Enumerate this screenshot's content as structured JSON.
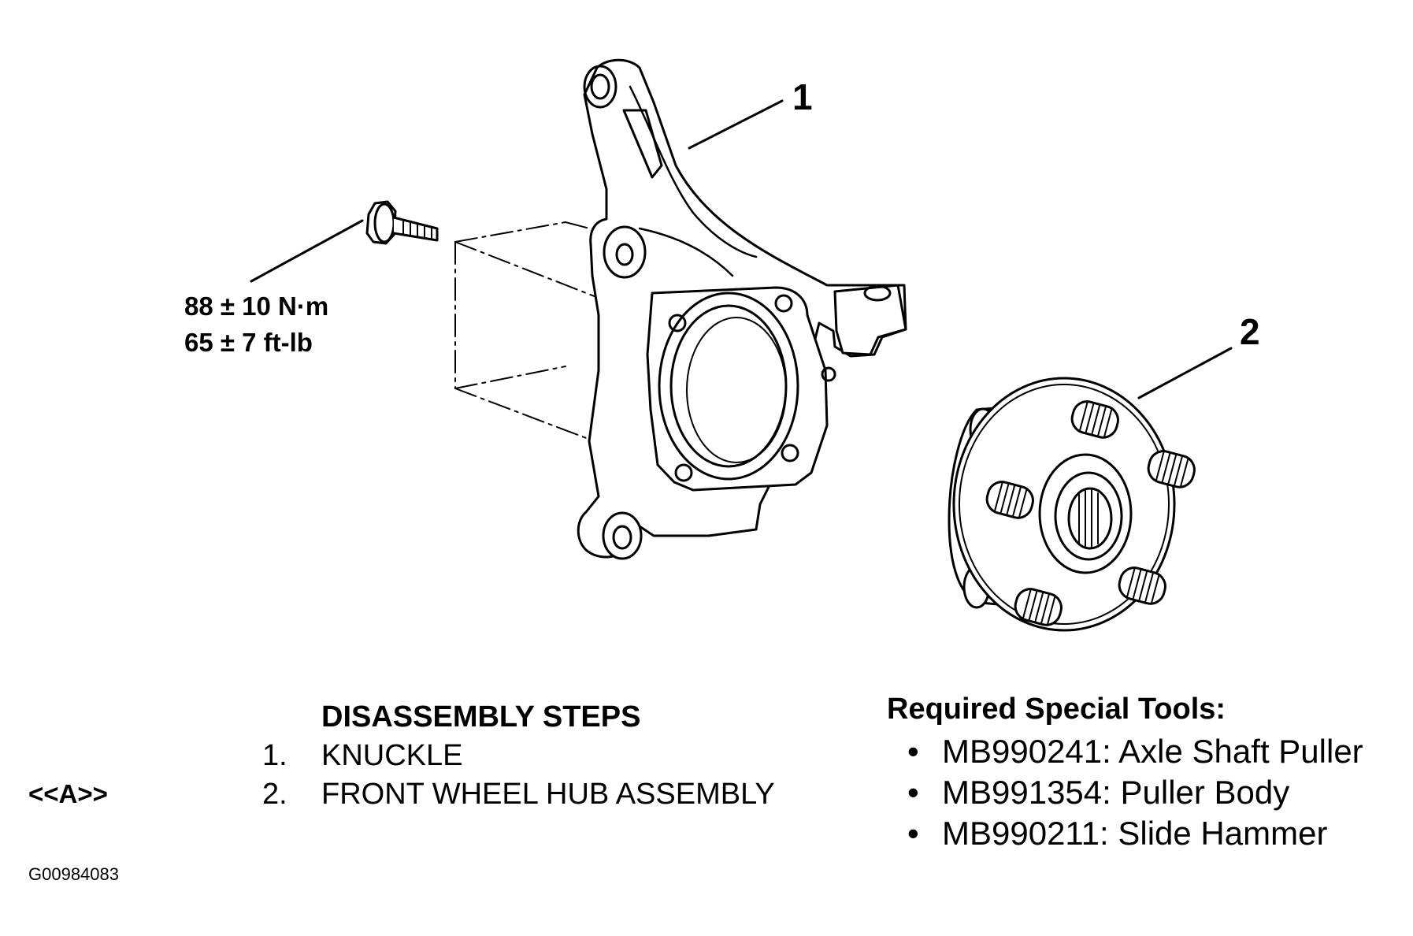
{
  "callouts": {
    "knuckle_number": "1",
    "hub_number": "2"
  },
  "torque": {
    "metric": "88 ± 10 N·m",
    "imperial": "65 ± 7 ft-lb"
  },
  "steps": {
    "heading": "DISASSEMBLY STEPS",
    "items": [
      {
        "num": "1.",
        "label": "KNUCKLE",
        "ref": ""
      },
      {
        "num": "2.",
        "label": "FRONT WHEEL HUB ASSEMBLY",
        "ref": "<<A>>"
      }
    ]
  },
  "tools": {
    "heading": "Required Special Tools:",
    "bullet": "•",
    "items": [
      "MB990241: Axle Shaft Puller",
      "MB991354: Puller Body",
      "MB990211: Slide Hammer"
    ]
  },
  "figure_id": "G00984083"
}
